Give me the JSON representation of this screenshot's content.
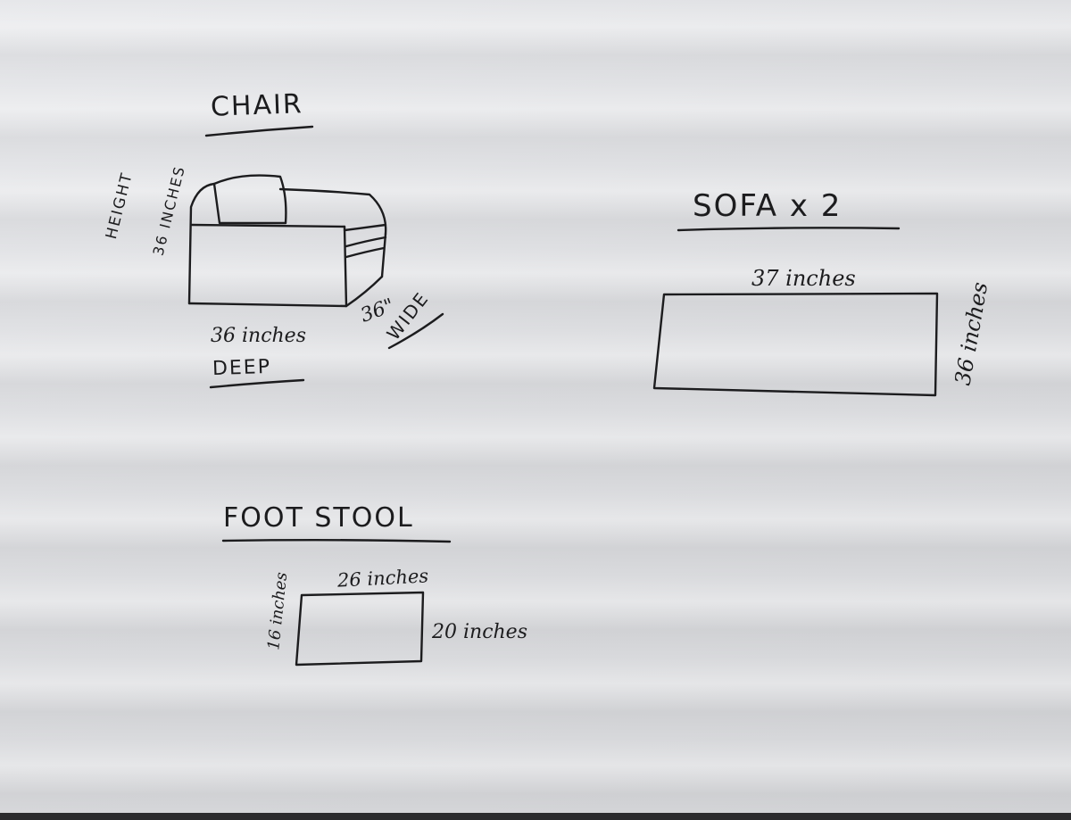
{
  "chair": {
    "title": "CHAIR",
    "height_label": "HEIGHT",
    "height_value": "36 INCHES",
    "depth_value": "36 inches",
    "depth_label": "DEEP",
    "width_value": "36\"",
    "width_label": "WIDE"
  },
  "sofa": {
    "title": "SOFA x 2",
    "width_value": "37 inches",
    "depth_value": "36 inches"
  },
  "footstool": {
    "title": "FOOT STOOL",
    "width_value": "26 inches",
    "height_value": "16 inches",
    "depth_value": "20 inches"
  }
}
